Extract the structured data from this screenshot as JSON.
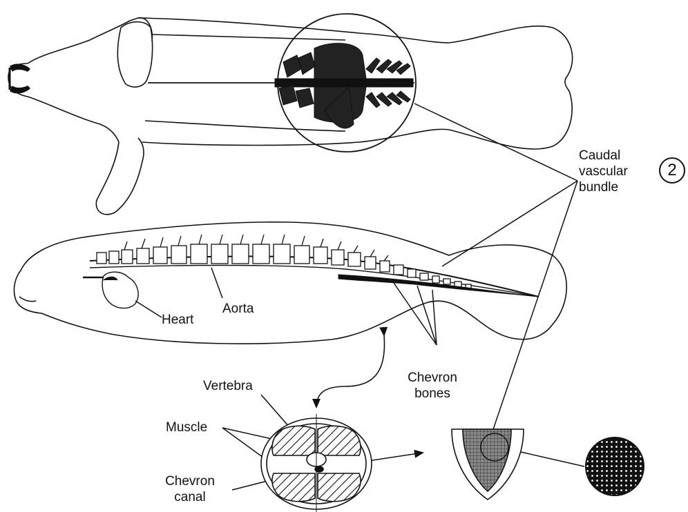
{
  "labels": {
    "caudal_vascular_bundle": [
      "Caudal",
      "vascular",
      "bundle"
    ],
    "figure_number": "2",
    "heart": "Heart",
    "aorta": "Aorta",
    "chevron_bones": [
      "Chevron",
      "bones"
    ],
    "vertebra": "Vertebra",
    "muscle": "Muscle",
    "chevron_canal": [
      "Chevron",
      "canal"
    ]
  },
  "colors": {
    "ink": "#111111",
    "paper": "#ffffff",
    "tail_fill": "#222222",
    "bundle_fill": "#555555"
  }
}
